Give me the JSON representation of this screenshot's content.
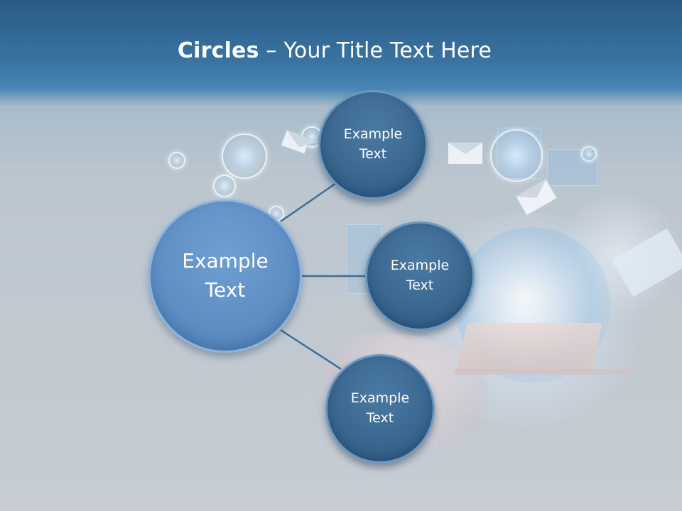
{
  "title": {
    "bold": "Circles",
    "rest": " – Your Title Text Here"
  },
  "diagram": {
    "center": {
      "label": "Example\nText"
    },
    "satellites": [
      {
        "label": "Example\nText"
      },
      {
        "label": "Example\nText"
      },
      {
        "label": "Example\nText"
      }
    ]
  },
  "colors": {
    "header": "#3a74a3",
    "center_circle": "#6393c8",
    "satellite_circle": "#3b6890",
    "connector": "#3d6d96"
  }
}
